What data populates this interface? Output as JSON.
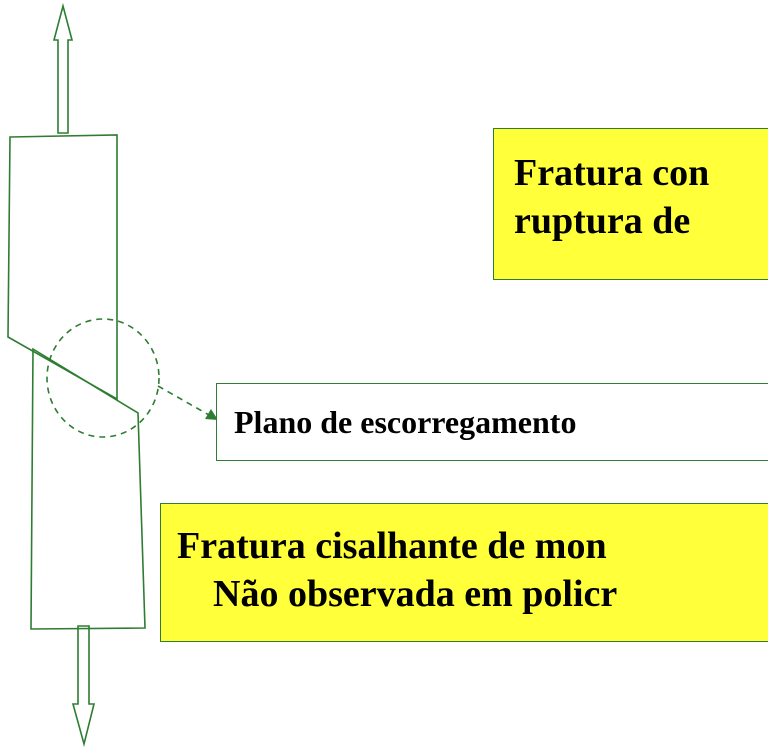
{
  "labels": {
    "top_line1": "Fratura con",
    "top_line2": "ruptura de",
    "slip_plane": "Plano de escorregamento",
    "bottom_line1": "Fratura cisalhante de mon",
    "bottom_line2": "Não observada em policr"
  },
  "colors": {
    "line": "#2e7d32",
    "highlight_box": "#ffff3a",
    "background": "#ffffff"
  }
}
